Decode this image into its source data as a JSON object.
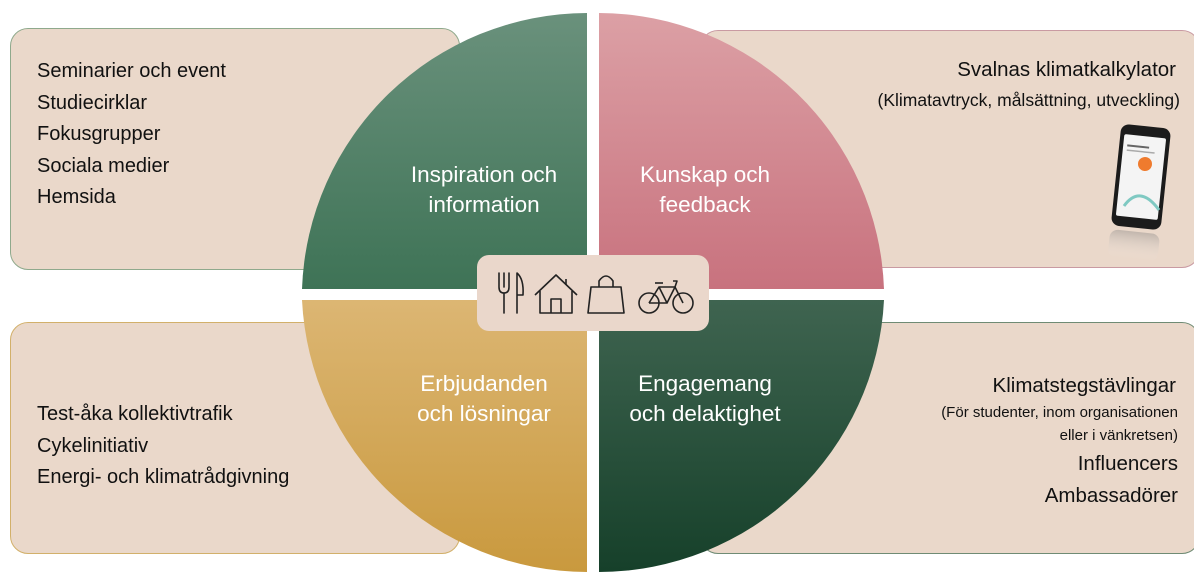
{
  "quadrants": {
    "top_left": "Inspiration och information",
    "top_left_lines": [
      "Inspiration och",
      "information"
    ],
    "top_right_lines": [
      "Kunskap och",
      "feedback"
    ],
    "bottom_left_lines": [
      "Erbjudanden",
      "och lösningar"
    ],
    "bottom_right_lines": [
      "Engagemang",
      "och delaktighet"
    ]
  },
  "boxes": {
    "top_left": {
      "items": [
        "Seminarier och event",
        "Studiecirklar",
        "Fokusgrupper",
        "Sociala medier",
        "Hemsida"
      ]
    },
    "top_right": {
      "title": "Svalnas klimatkalkylator",
      "subtitle": "(Klimatavtryck, målsättning, utveckling)"
    },
    "bottom_left": {
      "items": [
        "Test-åka kollektivtrafik",
        "Cykelinitiativ",
        "Energi- och klimatrådgivning"
      ]
    },
    "bottom_right": {
      "title": "Klimatstegstävlingar",
      "note_line1": "(För studenter, inom organisationen",
      "note_line2": "eller i vänkretsen)",
      "item1": "Influencers",
      "item2": "Ambassadörer"
    }
  },
  "icons": [
    "fork-knife-icon",
    "house-icon",
    "shopping-bag-icon",
    "bicycle-icon"
  ],
  "colors": {
    "top_left": "#3f7557",
    "top_right": "#cf7c88",
    "bottom_left": "#d4a855",
    "bottom_right": "#1f4a33",
    "box_fill": "#ead8ca"
  }
}
